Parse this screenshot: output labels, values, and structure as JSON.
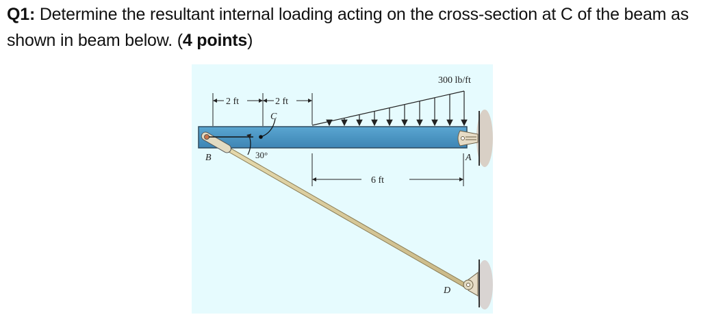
{
  "question": {
    "label": "Q1:",
    "text": " Determine the resultant internal loading acting on the cross-section at C of the beam as shown in beam below. (",
    "points": "4 points",
    "close": ")"
  },
  "figure": {
    "background": "#e6fbfe",
    "beam_color": "#4f9bc8",
    "load_label": "300 lb/ft",
    "dim_1": "2 ft",
    "dim_2": "2 ft",
    "dim_3": "6 ft",
    "point_b": "B",
    "point_c": "C",
    "point_a": "A",
    "point_d": "D",
    "angle": "30°"
  }
}
